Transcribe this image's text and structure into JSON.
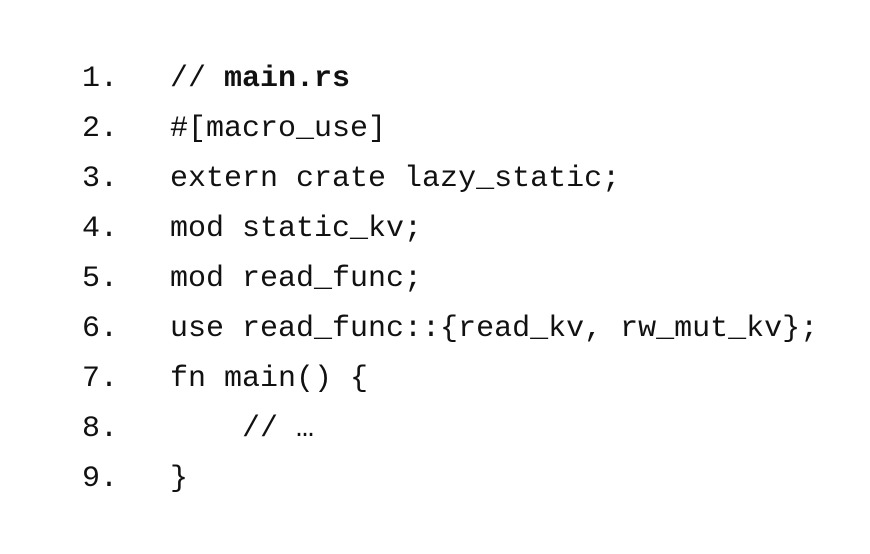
{
  "code": {
    "lines": [
      {
        "number": "1.",
        "text": "// ",
        "bold": "main.rs"
      },
      {
        "number": "2.",
        "text": "#[macro_use]"
      },
      {
        "number": "3.",
        "text": "extern crate lazy_static;"
      },
      {
        "number": "4.",
        "text": "mod static_kv;"
      },
      {
        "number": "5.",
        "text": "mod read_func;"
      },
      {
        "number": "6.",
        "text": "use read_func::{read_kv, rw_mut_kv};"
      },
      {
        "number": "7.",
        "text": "fn main() {"
      },
      {
        "number": "8.",
        "text": "    // …"
      },
      {
        "number": "9.",
        "text": "}"
      }
    ]
  }
}
